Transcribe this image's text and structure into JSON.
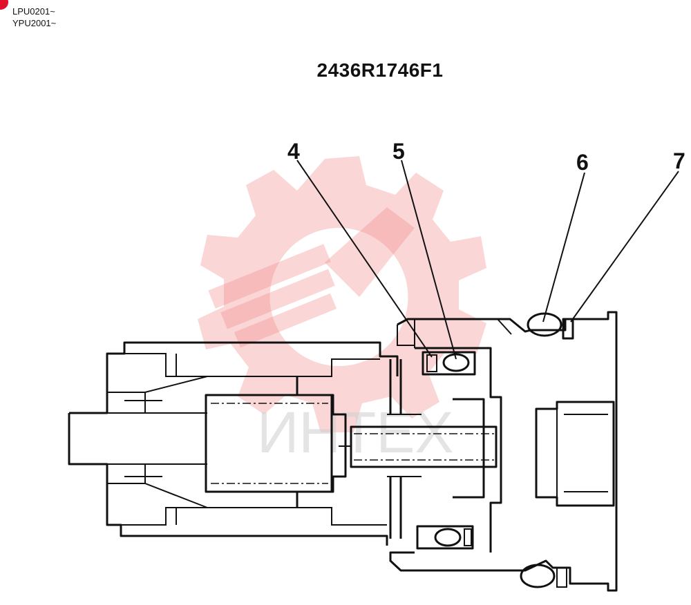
{
  "header": {
    "serial_numbers": [
      "LPU0201~",
      "YPU2001~"
    ],
    "drawing_number": "2436R1746F1"
  },
  "callouts": [
    "4",
    "5",
    "6",
    "7"
  ],
  "watermark": {
    "text": "ИНТЕХ",
    "color": "#f08a8a",
    "icon": "gear-wrench-logo-icon"
  }
}
